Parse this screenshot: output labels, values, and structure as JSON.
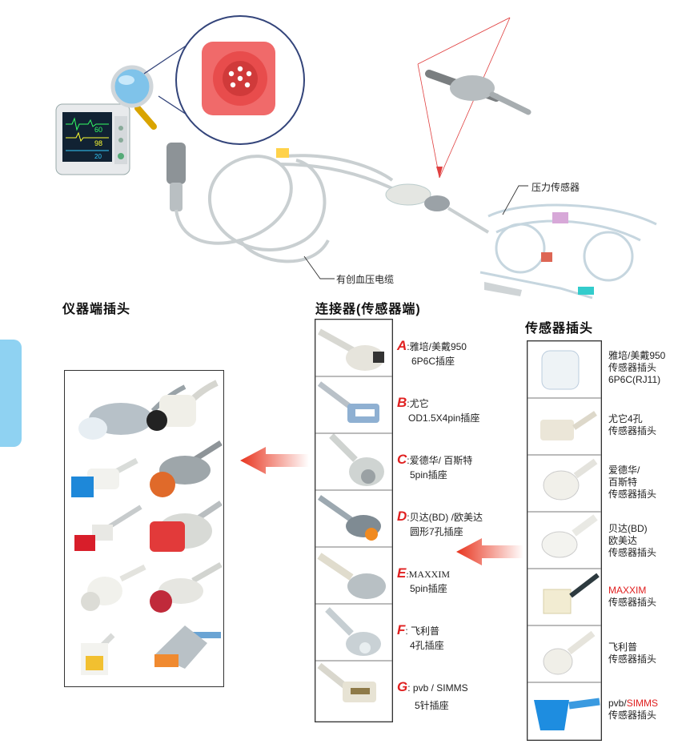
{
  "callouts": {
    "pressure_sensor": "压力传感器",
    "ibp_cable": "有创血压电缆"
  },
  "headings": {
    "instrument_plugs": "仪器端插头",
    "connectors": "连接器(传感器端)",
    "sensor_plugs": "传感器插头"
  },
  "connectors": [
    {
      "letter": "A",
      "line1": ":雅培/美戴950",
      "line2": "6P6C插座"
    },
    {
      "letter": "B",
      "line1": ":尤它",
      "line2": "OD1.5X4pin插座"
    },
    {
      "letter": "C",
      "line1": ":爱德华/ 百斯特",
      "line2": "5pin插座"
    },
    {
      "letter": "D",
      "line1": ":贝达(BD) /欧美达",
      "line2": "圆形7孔插座"
    },
    {
      "letter": "E",
      "line1": ":MAXXIM",
      "line2": "5pin插座"
    },
    {
      "letter": "F",
      "line1": ": 飞利普",
      "line2": "4孔插座"
    },
    {
      "letter": "G",
      "line1": ": pvb / SIMMS",
      "line2": "5针插座"
    }
  ],
  "sensors": [
    {
      "lines": [
        "雅培/美戴950",
        "传感器插头",
        "6P6C(RJ11)"
      ]
    },
    {
      "lines": [
        "尤它4孔",
        "传感器插头"
      ]
    },
    {
      "lines": [
        "爱德华/",
        "百斯特",
        "传感器插头"
      ]
    },
    {
      "lines": [
        "贝达(BD)",
        "欧美达",
        "传感器插头"
      ]
    },
    {
      "lines": [
        "MAXXIM",
        "传感器插头"
      ],
      "red_first": true
    },
    {
      "lines": [
        "飞利普",
        "传感器插头"
      ]
    },
    {
      "lines_html": true,
      "prefix": "pvb/",
      "red_part": "SIMMS",
      "line2": "传感器插头"
    }
  ],
  "monitor_screen": {
    "v1": "60",
    "v2": "98",
    "v3": "20"
  },
  "colors": {
    "accent_red": "#e02020",
    "side_tab": "#8fd2f2"
  }
}
